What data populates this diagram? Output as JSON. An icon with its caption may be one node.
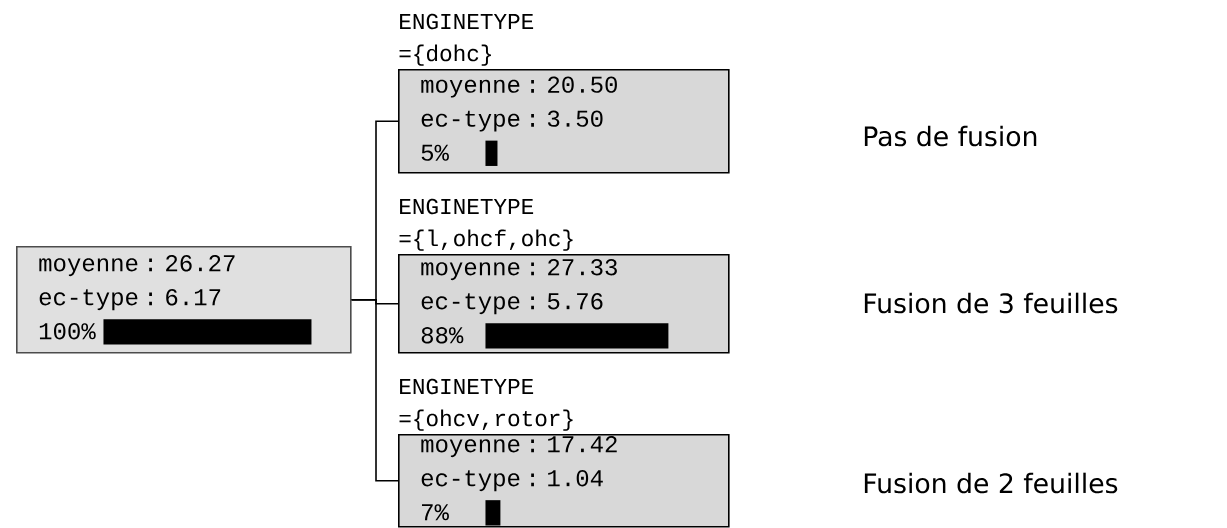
{
  "diagram": {
    "nodes": [
      {
        "text": [
          "moyenne : 26.27",
          "ec-type : 6.17",
          "100%"
        ]
      },
      {
        "text": [
          "ENGINETYPE ={dohc}",
          "moyenne : 20.50",
          "ec-type : 3.50",
          "5%"
        ]
      },
      {
        "text": [
          "ENGINETYPE ={l,ohcf,ohc}",
          "moyenne : 27.33",
          "ec-type : 5.76",
          "88%"
        ]
      },
      {
        "text": [
          "ENGINETYPE ={ohcv,rotor}",
          "moyenne : 17.42",
          "ec-type : 1.04",
          "7%"
        ]
      }
    ],
    "edges": [
      {
        "from": 0,
        "to": 1,
        "arrow": "none"
      },
      {
        "from": 0,
        "to": 2,
        "arrow": "none"
      },
      {
        "from": 0,
        "to": 3,
        "arrow": "none"
      }
    ],
    "labels": [
      "Pas de fusion",
      "Fusion de 3 feuilles",
      "Fusion de 2 feuilles"
    ]
  }
}
